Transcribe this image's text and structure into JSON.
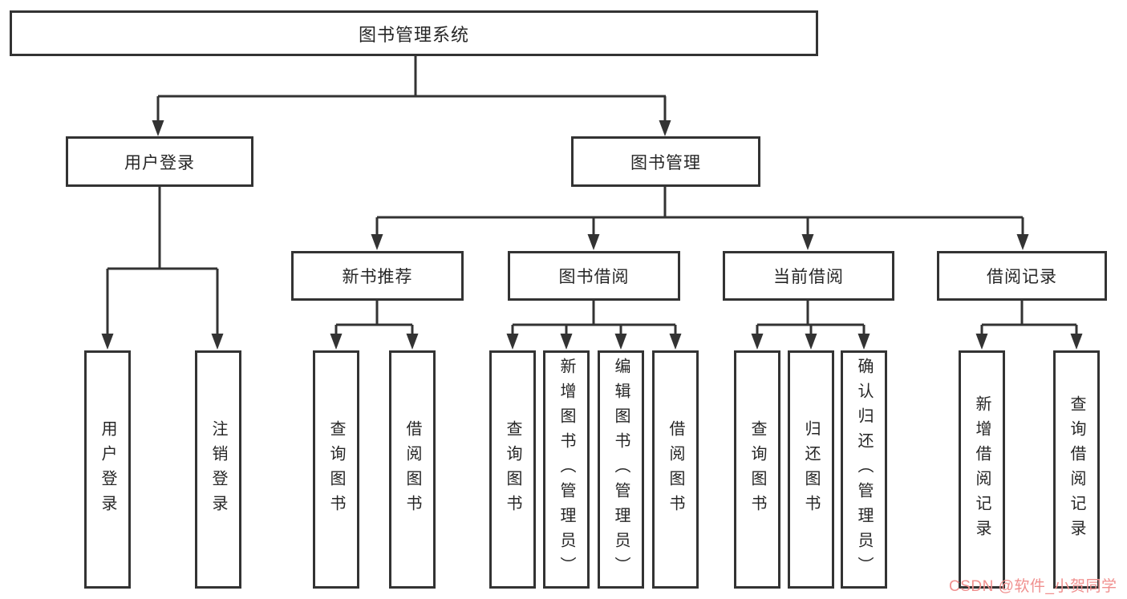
{
  "tree": {
    "root": "图书管理系统",
    "branches": [
      {
        "label": "用户登录",
        "children": [
          {
            "label": "用户登录"
          },
          {
            "label": "注销登录"
          }
        ]
      },
      {
        "label": "图书管理",
        "children": [
          {
            "label": "新书推荐",
            "children": [
              {
                "label": "查询图书"
              },
              {
                "label": "借阅图书"
              }
            ]
          },
          {
            "label": "图书借阅",
            "children": [
              {
                "label": "查询图书"
              },
              {
                "label": "新增图书（管理员）"
              },
              {
                "label": "编辑图书（管理员）"
              },
              {
                "label": "借阅图书"
              }
            ]
          },
          {
            "label": "当前借阅",
            "children": [
              {
                "label": "查询图书"
              },
              {
                "label": "归还图书"
              },
              {
                "label": "确认归还（管理员）"
              }
            ]
          },
          {
            "label": "借阅记录",
            "children": [
              {
                "label": "新增借阅记录"
              },
              {
                "label": "查询借阅记录"
              }
            ]
          }
        ]
      }
    ]
  },
  "watermark": "CSDN @软件_小贺同学",
  "colors": {
    "line": "#333333",
    "text": "#262626",
    "watermark": "#f0908f",
    "background": "#ffffff"
  }
}
